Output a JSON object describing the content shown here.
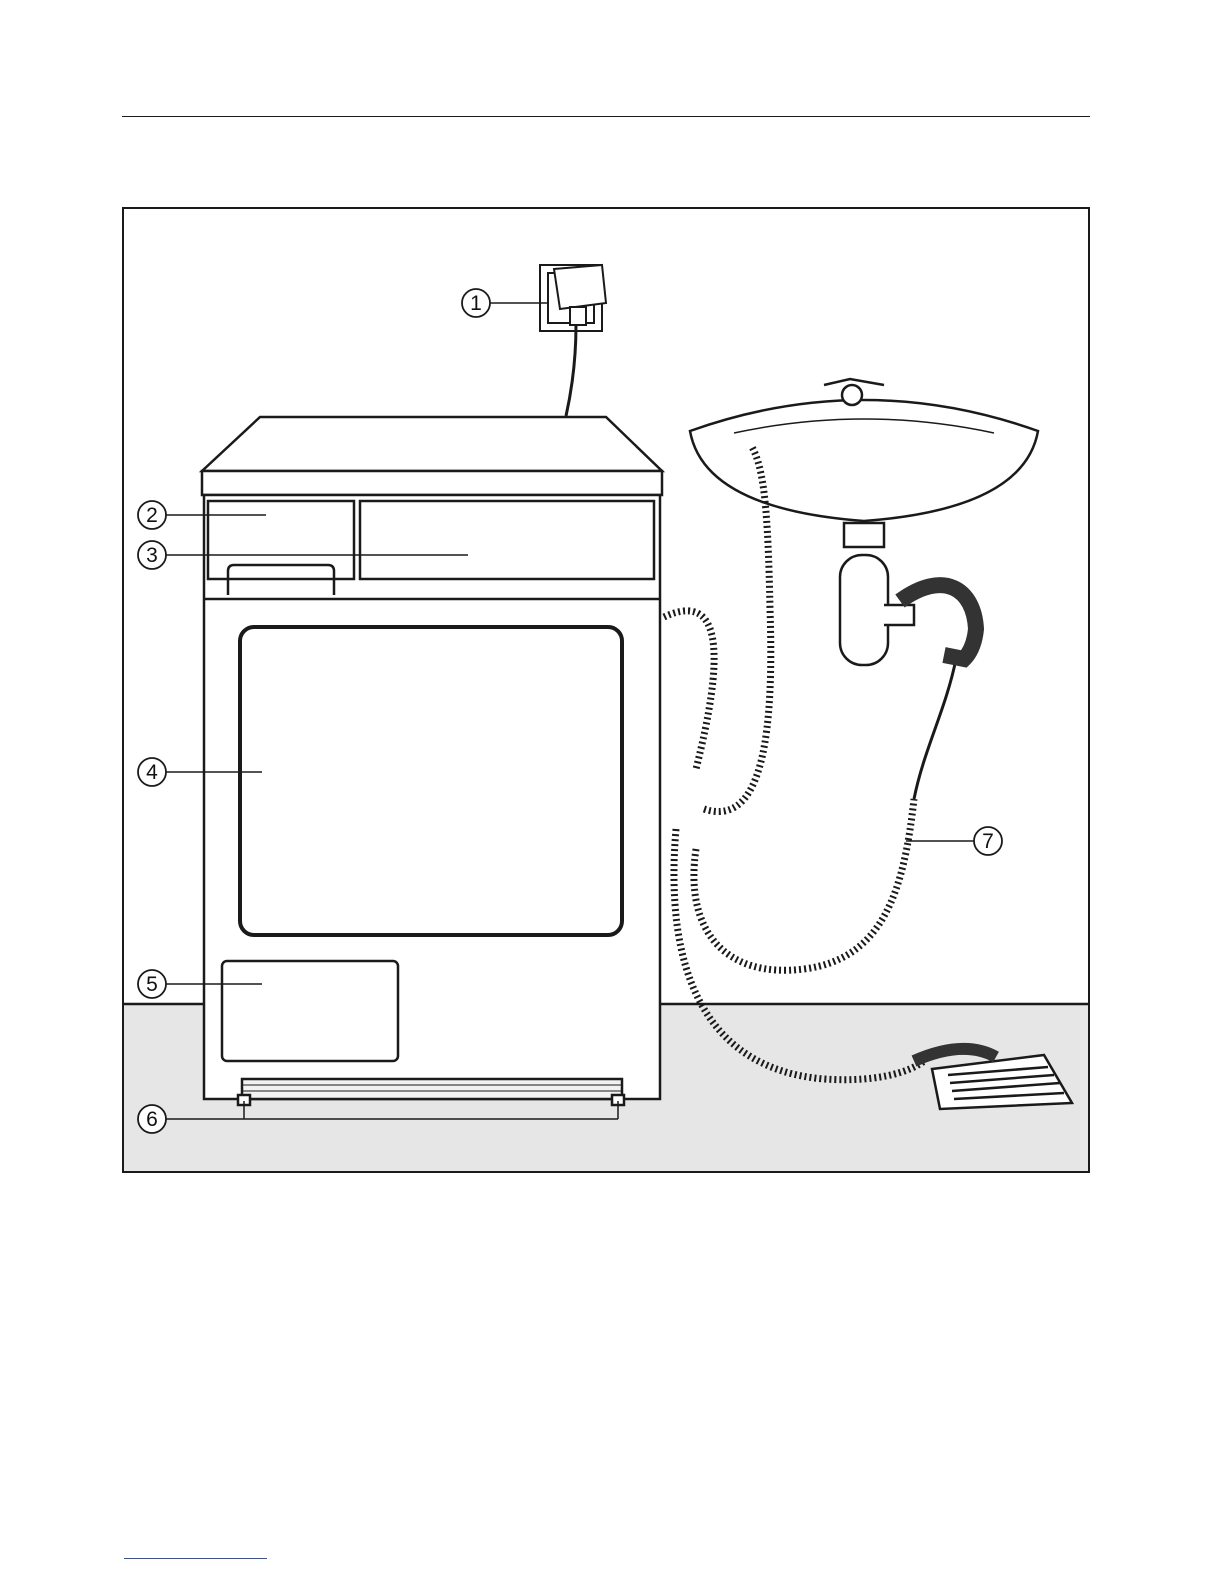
{
  "figure": {
    "callouts": [
      {
        "number": "1",
        "part": "power-socket"
      },
      {
        "number": "2",
        "part": "control-panel-left"
      },
      {
        "number": "3",
        "part": "control-panel-right"
      },
      {
        "number": "4",
        "part": "door"
      },
      {
        "number": "5",
        "part": "front-access-panel"
      },
      {
        "number": "6",
        "part": "adjustable-feet"
      },
      {
        "number": "7",
        "part": "drain-hose"
      }
    ],
    "colors": {
      "line": "#1a1a1a",
      "floor": "#e6e6e6",
      "fill": "#ffffff",
      "accent_rule": "#2b50c8"
    }
  }
}
